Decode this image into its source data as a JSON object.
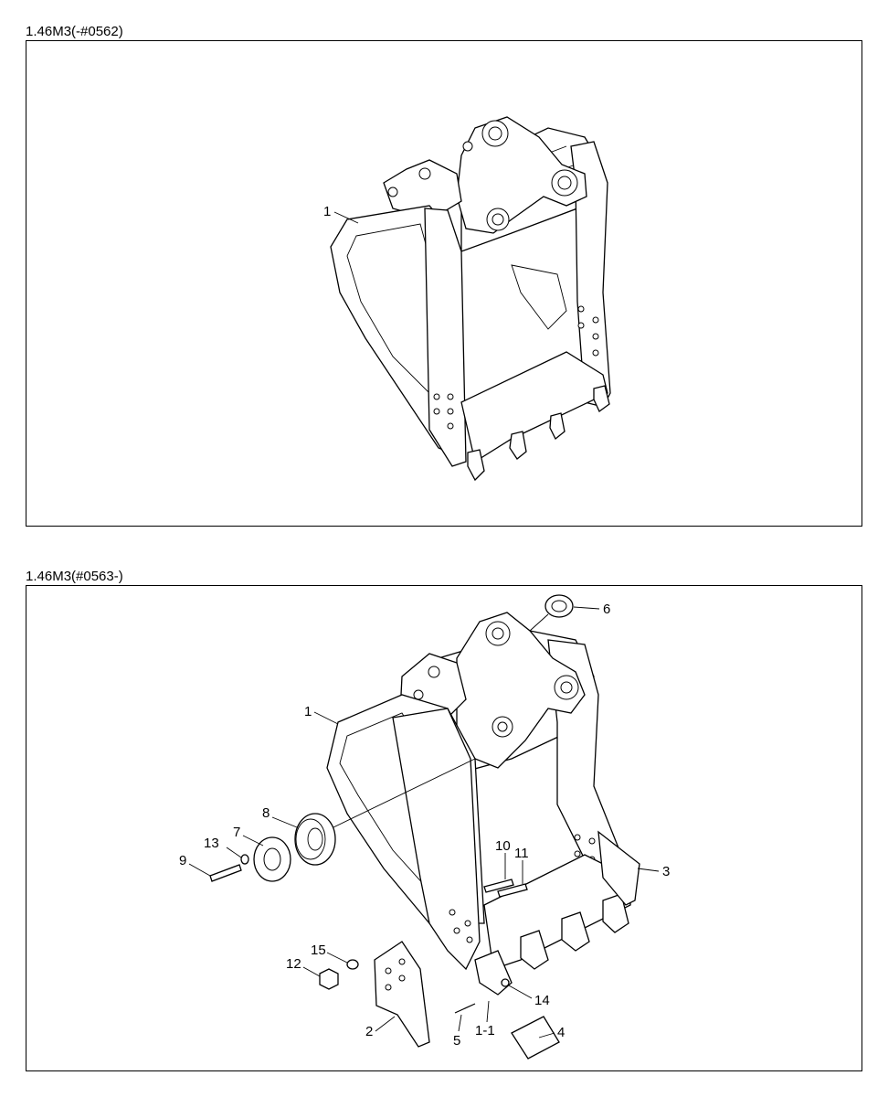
{
  "panels": [
    {
      "caption": "1.46M3(-#0562)",
      "callouts": [
        "1"
      ]
    },
    {
      "caption": "1.46M3(#0563-)",
      "callouts": [
        "1",
        "1-1",
        "2",
        "3",
        "4",
        "5",
        "6",
        "7",
        "8",
        "9",
        "10",
        "11",
        "12",
        "13",
        "14",
        "15"
      ]
    }
  ]
}
